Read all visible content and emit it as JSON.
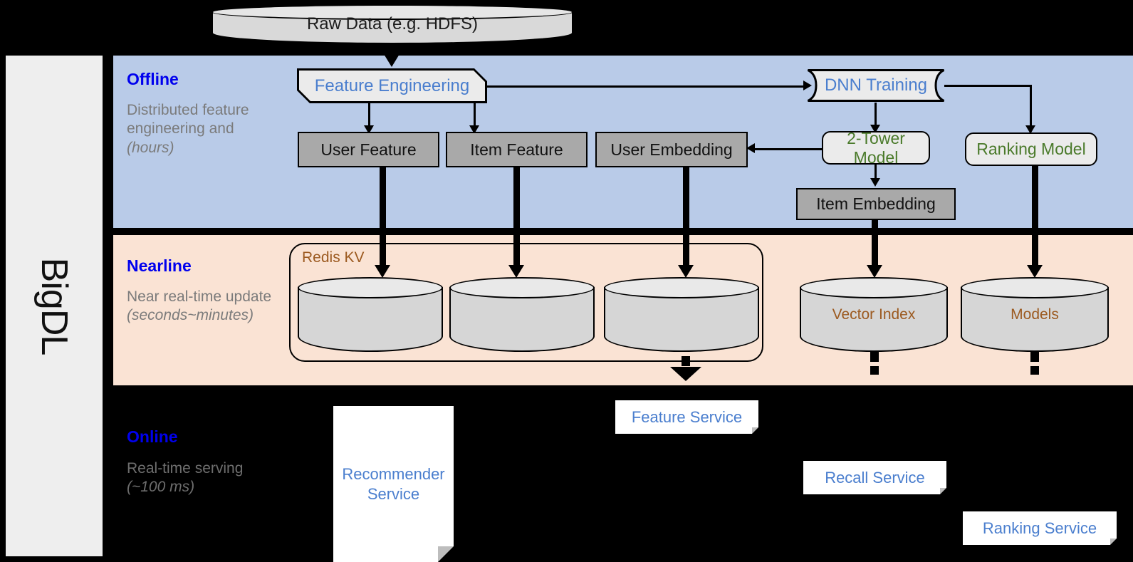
{
  "framework": {
    "name": "BigDL"
  },
  "source": {
    "label": "Raw Data (e.g. HDFS)"
  },
  "bands": {
    "offline": {
      "title": "Offline",
      "subtitle": "Distributed feature engineering and ",
      "subtitle_italic": "(hours)",
      "color": "#b9cbe8"
    },
    "nearline": {
      "title": "Nearline",
      "subtitle": "Near real-time update ",
      "subtitle_italic": "(seconds~minutes)",
      "color": "#fae3d4"
    },
    "online": {
      "title": "Online",
      "subtitle": "Real-time serving ",
      "subtitle_italic": "(~100 ms)",
      "color": "#000000"
    }
  },
  "offline_nodes": {
    "feature_engineering": "Feature Engineering",
    "dnn_training": "DNN Training",
    "user_feature": "User Feature",
    "item_feature": "Item Feature",
    "user_embedding": "User Embedding",
    "two_tower_model": "2-Tower Model",
    "ranking_model": "Ranking Model",
    "item_embedding": "Item Embedding"
  },
  "nearline_nodes": {
    "redis_kv": "Redis KV",
    "store_1": "",
    "store_2": "",
    "store_3": "",
    "vector_index": "Vector Index",
    "models": "Models"
  },
  "online_nodes": {
    "recommender_service": "Recommender Service",
    "feature_service": "Feature Service",
    "recall_service": "Recall Service",
    "ranking_service": "Ranking Service"
  },
  "colors": {
    "offline_band": "#b9cbe8",
    "nearline_band": "#fae3d4",
    "online_band": "#000000",
    "sidebar": "#eeeeee",
    "band_title": "#0000ee",
    "band_sub": "#7b7b7b",
    "blue_text": "#4a7ece",
    "green_text": "#4a7a2a",
    "brown_text": "#9c5a20",
    "grey_box": "#a9a9a9",
    "light_box": "#ebebeb",
    "cylinder": "#d6d6d6"
  }
}
